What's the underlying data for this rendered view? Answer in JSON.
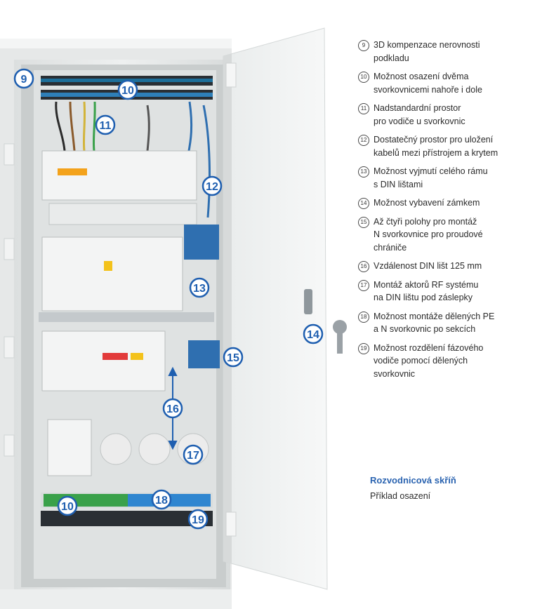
{
  "callouts": [
    {
      "n": "9",
      "text": "3D kompenzace nerovnosti podkladu"
    },
    {
      "n": "10",
      "text": "Možnost osazení dvěma svorkovnicemi nahoře i dole"
    },
    {
      "n": "11",
      "text": "Nadstandardní prostor pro vodiče u svorkovnic"
    },
    {
      "n": "12",
      "text": "Dostatečný prostor pro uložení kabelů mezi přístrojem a krytem"
    },
    {
      "n": "13",
      "text": "Možnost vyjmutí celého rámu s DIN lištami"
    },
    {
      "n": "14",
      "text": "Možnost vybavení zámkem"
    },
    {
      "n": "15",
      "text": "Až čtyři polohy pro montáž N svorkovnice pro proudové chrániče"
    },
    {
      "n": "16",
      "text": "Vzdálenost DIN lišt 125 mm"
    },
    {
      "n": "17",
      "text": "Montáž aktorů RF systému na DIN lištu pod záslepky"
    },
    {
      "n": "18",
      "text": "Možnost montáže dělených PE a N svorkovnic po sekcích"
    },
    {
      "n": "19",
      "text": "Možnost rozdělení fázového vodiče pomocí dělených svorkovnic"
    }
  ],
  "list_lines": [
    [
      "3D kompenzace nerovnosti",
      "podkladu"
    ],
    [
      "Možnost osazení dvěma",
      "svorkovnicemi nahoře i dole"
    ],
    [
      "Nadstandardní prostor",
      "pro vodiče u svorkovnic"
    ],
    [
      "Dostatečný prostor pro uložení",
      "kabelů mezi přístrojem a krytem"
    ],
    [
      "Možnost vyjmutí celého rámu",
      "s DIN lištami"
    ],
    [
      "Možnost vybavení zámkem"
    ],
    [
      "Až čtyři polohy pro montáž",
      "N svorkovnice pro proudové",
      "chrániče"
    ],
    [
      "Vzdálenost DIN lišt 125 mm"
    ],
    [
      "Montáž aktorů RF systému",
      "na DIN lištu pod záslepky"
    ],
    [
      "Možnost montáže dělených PE",
      "a N svorkovnic po sekcích"
    ],
    [
      "Možnost rozdělení fázového",
      "vodiče pomocí dělených",
      "svorkovnic"
    ]
  ],
  "caption": {
    "title": "Rozvodnicová skříň",
    "subtitle": "Příklad osazení"
  },
  "colors": {
    "callout": "#1f5fb0",
    "caption": "#2a63b0",
    "terminal_green": "#3aa14a",
    "terminal_blue": "#2f86d0",
    "rail": "#9aa7b0"
  }
}
